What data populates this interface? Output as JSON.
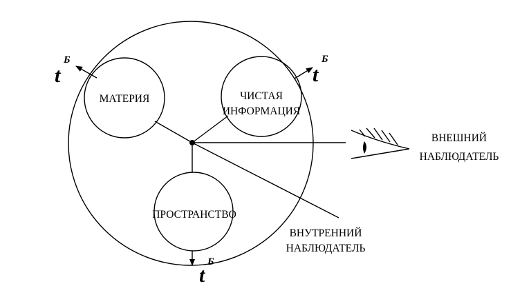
{
  "labels": {
    "matter": "МАТЕРИЯ",
    "pure_info_line1": "ЧИСТАЯ",
    "pure_info_line2": "ИНФОРМАЦИЯ",
    "space": "ПРОСТРАНСТВО",
    "external_line1": "ВНЕШНИЙ",
    "external_line2": "НАБЛЮДАТЕЛЬ",
    "internal_line1": "ВНУТРЕННИЙ",
    "internal_line2": "НАБЛЮДАТЕЛЬ"
  },
  "time_symbol": "t",
  "time_superscript": "Б"
}
